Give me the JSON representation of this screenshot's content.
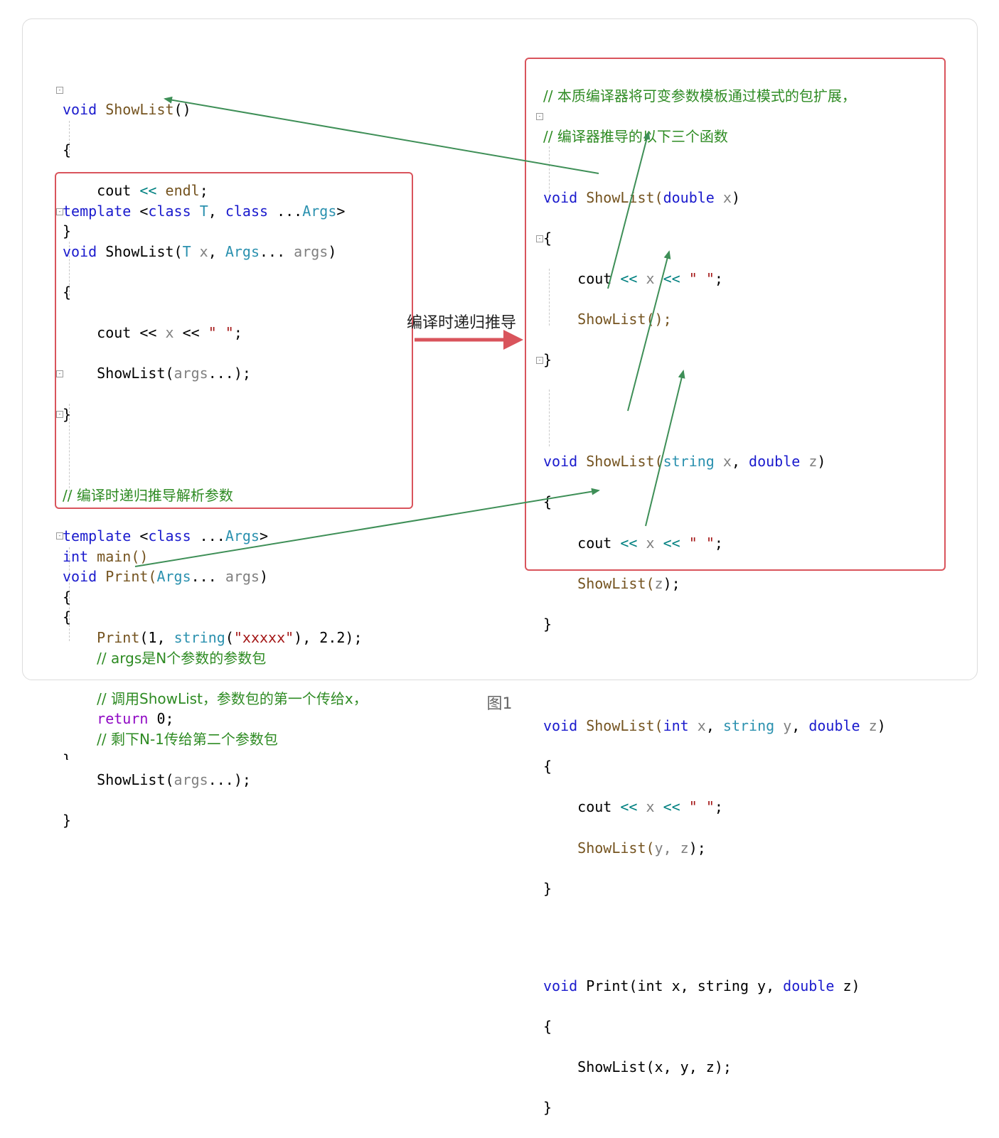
{
  "caption": "图1",
  "middle_label": "编译时递归推导",
  "colors": {
    "box_border": "#d9545c",
    "arrow_green": "#3e8f57",
    "big_arrow": "#d9545c"
  },
  "left": {
    "base_func": {
      "sig_kw": "void",
      "sig_name": "ShowList",
      "sig_rest": "()",
      "open": "{",
      "body_cout": "cout",
      "body_op": "<<",
      "body_endl": "endl",
      "body_end": ";",
      "close": "}"
    },
    "template_box": {
      "t1_kw": "template",
      "t1_lt": " <",
      "t1_class1": "class",
      "t1_T": "T",
      "t1_comma": ", ",
      "t1_class2": "class",
      "t1_dots": " ...",
      "t1_args": "Args",
      "t1_gt": ">",
      "s1_kw": "void",
      "s1_name": " ShowList(",
      "s1_T": "T",
      "s1_x": " x",
      "s1_comma": ", ",
      "s1_args": "Args",
      "s1_dots": "...",
      "s1_argsp": " args",
      "s1_close": ")",
      "open1": "{",
      "c1_cout": "cout << ",
      "c1_x": "x",
      "c1_op": " << ",
      "c1_str": "\" \"",
      "c1_end": ";",
      "c2_call": "ShowList(",
      "c2_args": "args",
      "c2_end": "...);",
      "close1": "}",
      "comment1": "// 编译时递归推导解析参数",
      "t2_kw": "template",
      "t2_lt": " <",
      "t2_class": "class",
      "t2_dots": " ...",
      "t2_args": "Args",
      "t2_gt": ">",
      "s2_kw": "void",
      "s2_name": " Print(",
      "s2_args": "Args",
      "s2_dots": "... ",
      "s2_argsp": "args",
      "s2_close": ")",
      "open2": "{",
      "comment2": "// args是N个参数的参数包",
      "comment3": "// 调用ShowList，参数包的第一个传给x，",
      "comment4": "// 剩下N-1传给第二个参数包",
      "c3_call": "ShowList(",
      "c3_args": "args",
      "c3_end": "...);",
      "close2": "}"
    },
    "main_func": {
      "kw": "int",
      "name": " main()",
      "open": "{",
      "print": "Print",
      "p1": "(1, ",
      "p_str_type": "string",
      "p_paren": "(",
      "p_str": "\"xxxxx\"",
      "p_rest": "), 2.2);",
      "ret_kw": "return",
      "ret_rest": " 0;",
      "close": "}"
    }
  },
  "right": {
    "comment1": "// 本质编译器将可变参数模板通过模式的包扩展，",
    "comment2": "// 编译器推导的以下三个函数",
    "f1": {
      "kw": "void",
      "name": " ShowList(",
      "ptype": "double",
      "pname": " x",
      "close": ")",
      "open": "{",
      "cout": "cout ",
      "op1": "<<",
      "x": " x ",
      "op2": "<<",
      "str": " \" \"",
      "end": ";",
      "call": "ShowList();",
      "closeb": "}"
    },
    "f2": {
      "kw": "void",
      "name": " ShowList(",
      "t1": "string",
      "n1": " x",
      "comma": ", ",
      "t2": "double",
      "n2": " z",
      "close": ")",
      "open": "{",
      "cout": "cout ",
      "op1": "<<",
      "x": " x ",
      "op2": "<<",
      "str": " \" \"",
      "end": ";",
      "call": "ShowList(",
      "arg": "z",
      "call_end": ");",
      "closeb": "}"
    },
    "f3": {
      "kw": "void",
      "name": " ShowList(",
      "t1": "int",
      "n1": " x",
      "comma1": ", ",
      "t2": "string",
      "n2": " y",
      "comma2": ", ",
      "t3": "double",
      "n3": " z",
      "close": ")",
      "open": "{",
      "cout": "cout ",
      "op1": "<<",
      "x": " x ",
      "op2": "<<",
      "str": " \" \"",
      "end": ";",
      "call": "ShowList(",
      "arg": "y, z",
      "call_end": ");",
      "closeb": "}"
    },
    "f4": {
      "kw": "void",
      "name": " Print(int x, string y, ",
      "t": "double",
      "rest": " z)",
      "open": "{",
      "call": "ShowList(x, y, z);",
      "closeb": "}"
    }
  }
}
